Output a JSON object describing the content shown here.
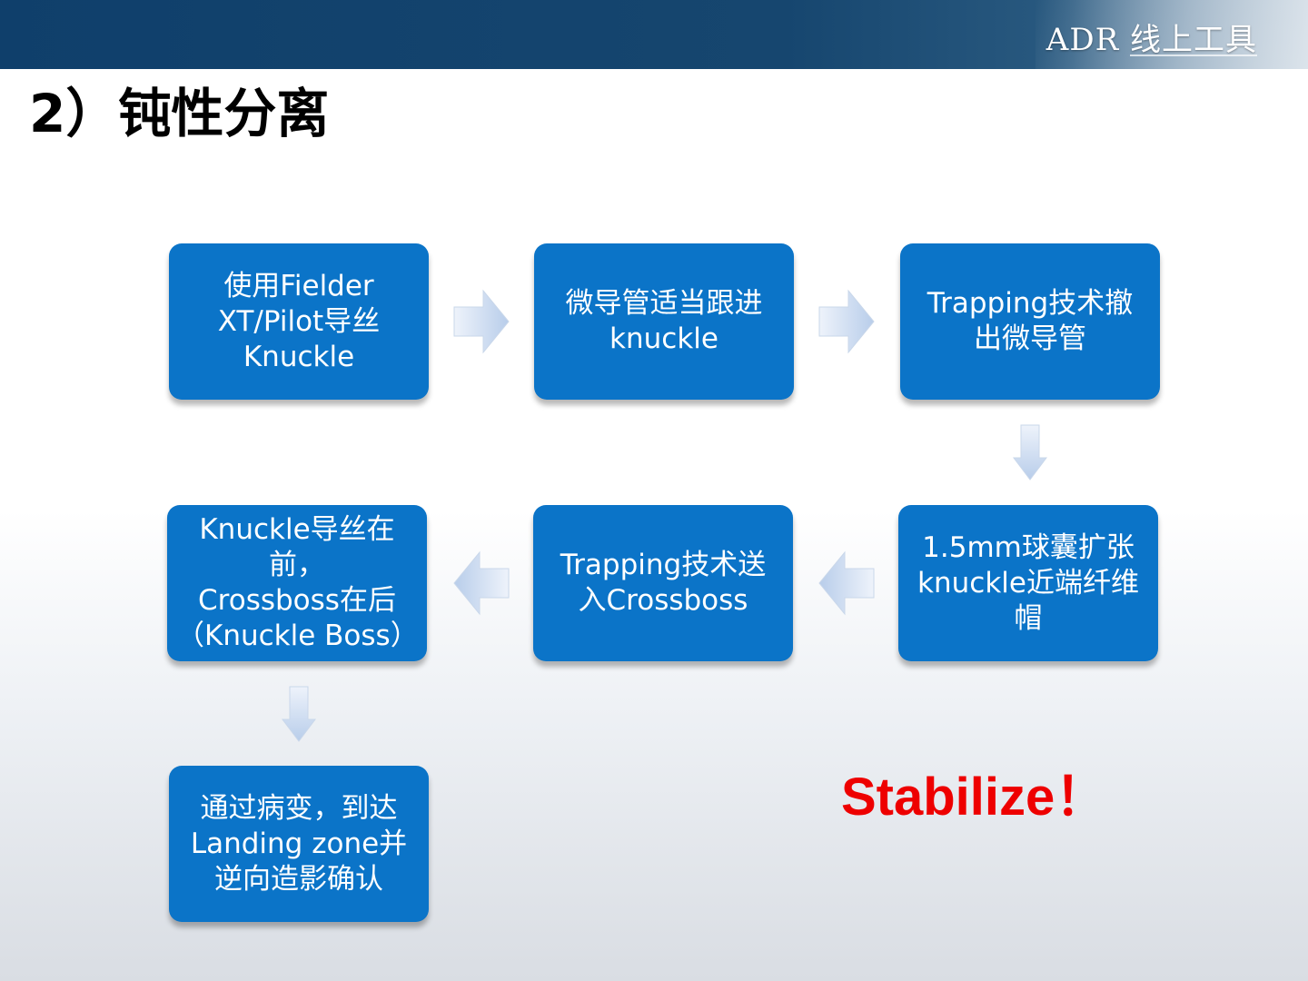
{
  "header": {
    "brand": "ADR 线上工具"
  },
  "title": "2）钝性分离",
  "steps": [
    {
      "text": "使用Fielder\nXT/Pilot导丝\nKnuckle"
    },
    {
      "text": "微导管适当跟进\nknuckle"
    },
    {
      "text": "Trapping技术撤\n出微导管"
    },
    {
      "text": "1.5mm球囊扩张\nknuckle近端纤维\n帽"
    },
    {
      "text": "Trapping技术送\n入Crossboss"
    },
    {
      "text": "Knuckle导丝在前，\nCrossboss在后\n（Knuckle Boss）"
    },
    {
      "text": "通过病变，到达\nLanding zone并\n逆向造影确认"
    }
  ],
  "callout": "Stabilize！",
  "colors": {
    "box": "#0b74c8",
    "callout": "#ee0000",
    "header": "#0f3f6b"
  }
}
